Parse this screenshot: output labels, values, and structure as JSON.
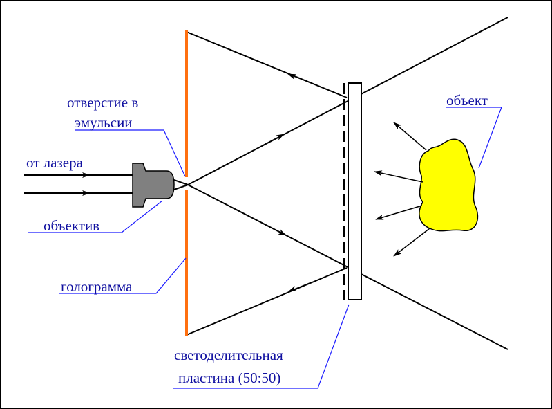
{
  "labels": {
    "pinhole_line1": "отверстие в",
    "pinhole_line2": "эмульсии",
    "from_laser": "от лазера",
    "objective": "объектив",
    "hologram": "голограмма",
    "object": "объект",
    "splitter_line1": "светоделительная",
    "splitter_line2": "пластина (50:50)"
  },
  "colors": {
    "label_text": "#1010a0",
    "leader_line": "#1a1aff",
    "hologram_plate": "#ff7010",
    "object_fill": "#ffff00",
    "objective_fill": "#808080",
    "ray": "#000000"
  },
  "icons": {
    "objective": "lens-objective-icon",
    "object": "irregular-blob-object-icon"
  }
}
